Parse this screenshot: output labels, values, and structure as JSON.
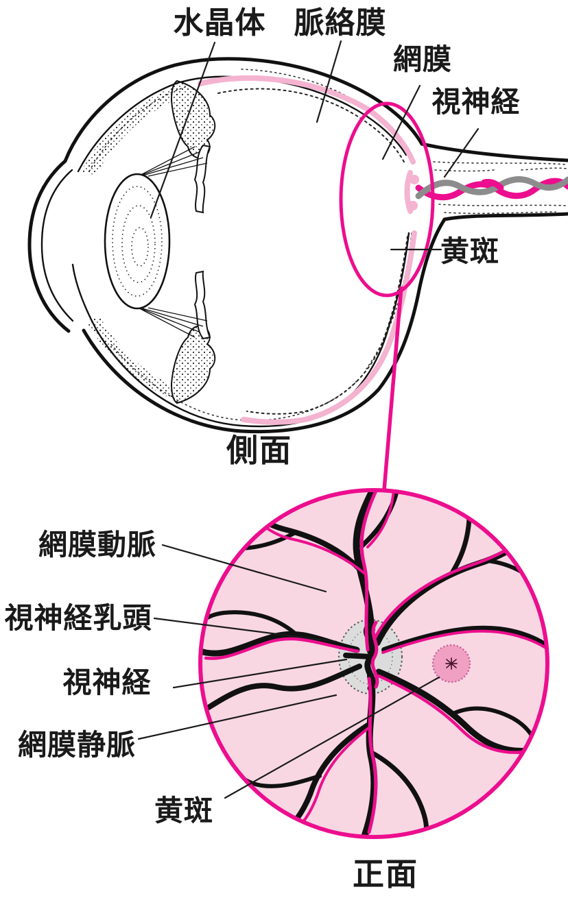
{
  "side_view": {
    "caption": "側面",
    "labels": {
      "lens": "水晶体",
      "choroid": "脈絡膜",
      "retina": "網膜",
      "optic_nerve": "視神経",
      "macula": "黄斑"
    }
  },
  "front_view": {
    "caption": "正面",
    "labels": {
      "retinal_artery": "網膜動脈",
      "optic_disc": "視神経乳頭",
      "optic_nerve": "視神経",
      "retinal_vein": "網膜静脈",
      "macula": "黄斑"
    }
  },
  "colors": {
    "accent_magenta": "#ec0e8e",
    "fundus_pink": "#f8d7e3",
    "macula_pink": "#f0a0c2",
    "choroid_pink": "#f4b3d0",
    "disc_gray": "#dcdcdc",
    "vein_black": "#111111",
    "vessel_gray": "#8c8c8c",
    "text": "#1a1a1a"
  }
}
